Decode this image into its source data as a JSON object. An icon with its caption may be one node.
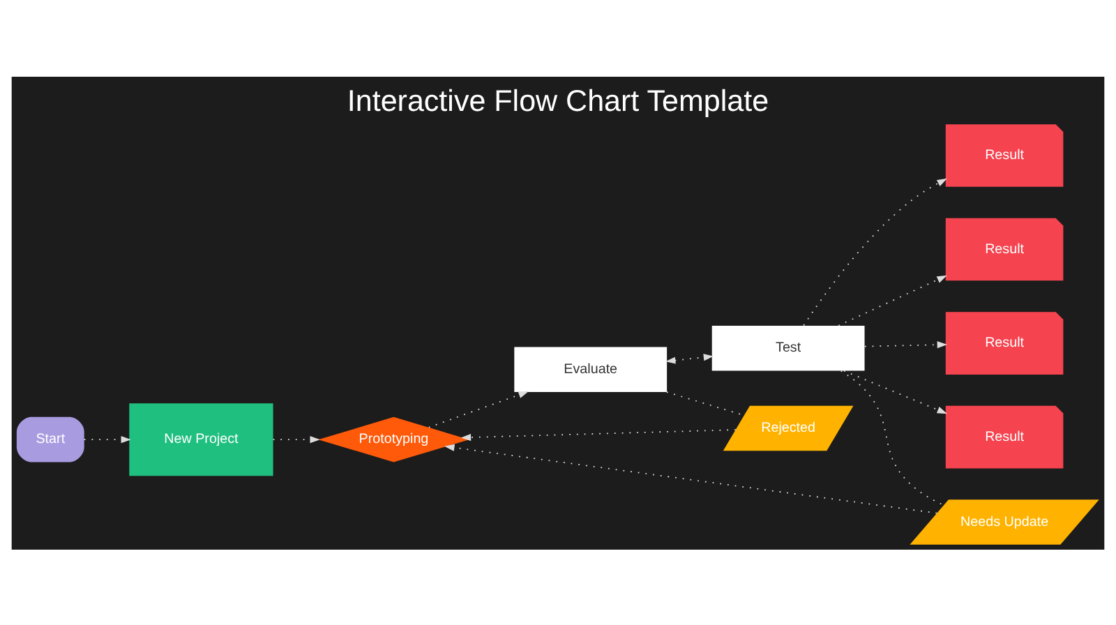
{
  "diagram": {
    "title": "Interactive Flow Chart Template",
    "nodes": [
      {
        "text": [
          "Start"
        ]
      },
      {
        "text": [
          "New Project"
        ]
      },
      {
        "text": [
          "Prototyping"
        ]
      },
      {
        "text": [
          "Needs Update"
        ]
      },
      {
        "text": [
          "Test"
        ]
      },
      {
        "text": [
          "Evaluate"
        ]
      },
      {
        "text": [
          "Rejected"
        ]
      },
      {
        "text": [
          "Result"
        ]
      },
      {
        "text": [
          "Result"
        ]
      },
      {
        "text": [
          "Result"
        ]
      },
      {
        "text": [
          "Result"
        ]
      }
    ],
    "edges": [
      {
        "from": 0,
        "to": 1,
        "arrow": "to"
      },
      {
        "from": 1,
        "to": 2,
        "arrow": "to"
      },
      {
        "from": 2,
        "to": 5,
        "arrow": "to"
      },
      {
        "from": 5,
        "to": 4,
        "arrow": "both"
      },
      {
        "from": 4,
        "to": 3,
        "arrow": "none"
      },
      {
        "from": 3,
        "to": 2,
        "arrow": "to"
      },
      {
        "from": 5,
        "to": 6,
        "arrow": "none"
      },
      {
        "from": 6,
        "to": 2,
        "arrow": "to"
      },
      {
        "from": 4,
        "to": 7,
        "arrow": "to"
      },
      {
        "from": 4,
        "to": 8,
        "arrow": "to"
      },
      {
        "from": 4,
        "to": 9,
        "arrow": "to"
      },
      {
        "from": 4,
        "to": 10,
        "arrow": "to"
      }
    ]
  }
}
